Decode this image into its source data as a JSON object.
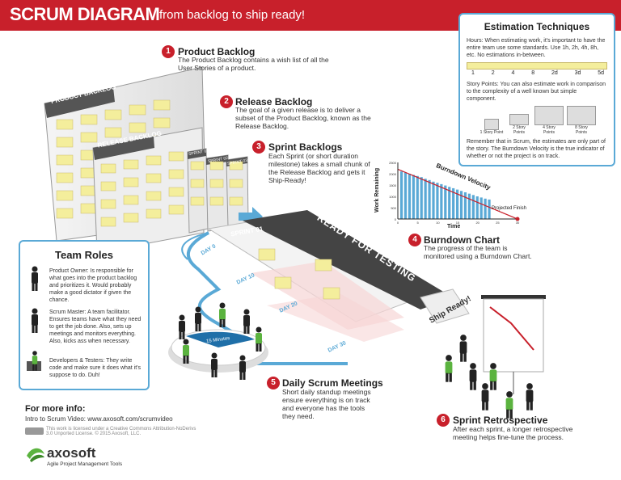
{
  "header": {
    "title": "SCRUM DIAGRAM",
    "subtitle": "from backlog to ship ready!"
  },
  "steps": [
    {
      "num": "1",
      "title": "Product Backlog",
      "text": "The Product Backlog contains a wish list of all the User Stories of a product."
    },
    {
      "num": "2",
      "title": "Release Backlog",
      "text": "The goal of a given release is to deliver a subset of the Product Backlog, known as the Release Backlog."
    },
    {
      "num": "3",
      "title": "Sprint Backlogs",
      "text": "Each Sprint (or short duration milestone) takes a small chunk of the Release Backlog and gets it Ship-Ready!"
    },
    {
      "num": "4",
      "title": "Burndown Chart",
      "text": "The progress of the team is monitored using a Burndown Chart."
    },
    {
      "num": "5",
      "title": "Daily Scrum Meetings",
      "text": "Short daily standup meetings ensure everything is on track and everyone has the tools they need."
    },
    {
      "num": "6",
      "title": "Sprint Retrospective",
      "text": "After each sprint, a longer retrospective meeting helps fine-tune the process."
    }
  ],
  "boards": {
    "product": "PRODUCT BACKLOG",
    "release": "RELEASE BACKLOG",
    "sprint1": "SPRINT 01",
    "sprint2": "SPRINT 02",
    "sprint3": "SPRINT 03",
    "sprint_floor": "SPRINT 01",
    "ready": "READY FOR TESTING",
    "ship": "Ship Ready!",
    "days": [
      "DAY 0",
      "DAY 10",
      "DAY 20",
      "DAY 30"
    ],
    "meeting": "15 Minutes"
  },
  "estimation": {
    "title": "Estimation Techniques",
    "hours_text": "Hours: When estimating work, it's important to have the entire team use some standards. Use 1h, 2h, 4h, 8h, etc. No estimations in-between.",
    "scale": [
      "1",
      "2",
      "4",
      "8",
      "2d",
      "3d",
      "5d"
    ],
    "points_text": "Story Points: You can also estimate work in comparison to the complexity of a well known but simple component.",
    "points": [
      "1 Story Point",
      "2 Story Points",
      "4 Story Points",
      "8 Story Points"
    ],
    "footer_text": "Remember that in Scrum, the estimates are only part of the story. The Burndown Velocity is the true indicator of whether or not the project is on track."
  },
  "burndown": {
    "ylabel": "Work Remaining",
    "xlabel": "Time",
    "line_label": "Burndown Velocity",
    "finish_label": "Projected Finish",
    "yticks": [
      "2500",
      "2000",
      "1500",
      "1000",
      "500",
      "0"
    ],
    "xticks": [
      "0",
      "5",
      "10",
      "15",
      "20",
      "25",
      "30"
    ]
  },
  "chart_data": {
    "type": "bar",
    "xlabel": "Time",
    "ylabel": "Work Remaining",
    "ylim": [
      0,
      2500
    ],
    "x": [
      1,
      2,
      3,
      4,
      5,
      6,
      7,
      8,
      9,
      10,
      11,
      12,
      13,
      14,
      15,
      16,
      17,
      18,
      19,
      20,
      21,
      22,
      23
    ],
    "values": [
      2100,
      2050,
      2000,
      1950,
      1900,
      1850,
      1780,
      1720,
      1650,
      1600,
      1540,
      1480,
      1420,
      1360,
      1300,
      1240,
      1180,
      1120,
      1060,
      1000,
      950,
      900,
      860
    ],
    "series": [
      {
        "name": "Burndown Velocity",
        "values": [
          2200,
          0
        ]
      }
    ]
  },
  "team_roles": {
    "title": "Team Roles",
    "roles": [
      {
        "text": "Product Owner: Is responsible for what goes into the product backlog and prioritizes it. Would probably make a good dictator if given the chance."
      },
      {
        "text": "Scrum Master: A team facilitator. Ensures teams have what they need to get the job done. Also, sets up meetings and monitors everything. Also, kicks ass when necessary."
      },
      {
        "text": "Developers & Testers: They write code and make sure it does what it's suppose to do. Duh!"
      }
    ]
  },
  "footer": {
    "more_info": "For more info:",
    "video": "Intro to Scrum Video: www.axosoft.com/scrumvideo",
    "license": "This work is licensed under a Creative Commons Attribution-NoDerivs 3.0 Unported License. © 2015 Axosoft, LLC.",
    "brand": "axosoft",
    "tagline": "Agile Project Management Tools"
  },
  "colors": {
    "red": "#c8202b",
    "blue": "#5aa9d6",
    "sticky": "#f4ee9c",
    "green": "#5bb33f"
  }
}
